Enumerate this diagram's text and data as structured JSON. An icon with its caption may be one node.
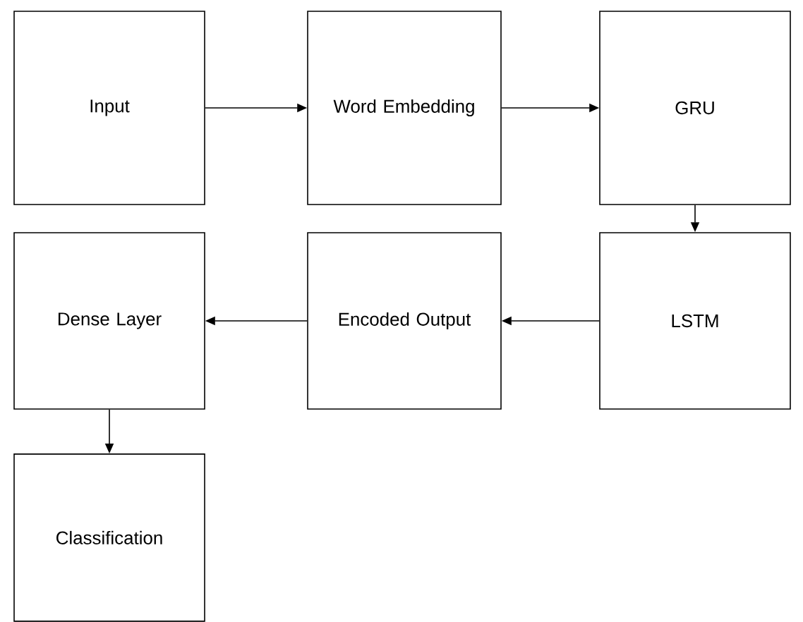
{
  "diagram": {
    "nodes": [
      {
        "text": [
          "Input"
        ]
      },
      {
        "text": [
          "Word Embedding"
        ]
      },
      {
        "text": [
          "GRU"
        ]
      },
      {
        "text": [
          "LSTM"
        ]
      },
      {
        "text": [
          "Encoded Output"
        ]
      },
      {
        "text": [
          "Dense Layer"
        ]
      },
      {
        "text": [
          "Classification"
        ]
      }
    ],
    "edges": [
      {
        "from": 0,
        "to": 1,
        "arrow": "to"
      },
      {
        "from": 1,
        "to": 2,
        "arrow": "to"
      },
      {
        "from": 2,
        "to": 3,
        "arrow": "to"
      },
      {
        "from": 3,
        "to": 4,
        "arrow": "to"
      },
      {
        "from": 4,
        "to": 5,
        "arrow": "to"
      },
      {
        "from": 5,
        "to": 6,
        "arrow": "to"
      }
    ]
  }
}
